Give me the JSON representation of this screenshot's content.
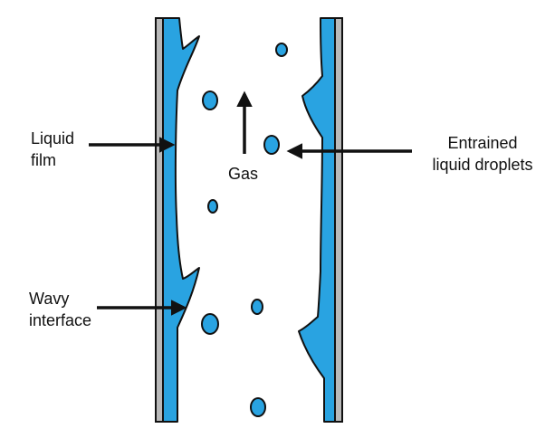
{
  "labels": {
    "liquid_film": [
      "Liquid",
      "film"
    ],
    "wavy_interface": [
      "Wavy",
      "interface"
    ],
    "gas": "Gas",
    "droplets": [
      "Entrained",
      "liquid droplets"
    ]
  },
  "colors": {
    "liquid": "#29a3e1",
    "wall": "#b9b9b9",
    "outline": "#111111",
    "background": "#ffffff"
  },
  "icons": [
    "arrow-right-icon",
    "arrow-left-icon",
    "arrow-up-icon"
  ]
}
